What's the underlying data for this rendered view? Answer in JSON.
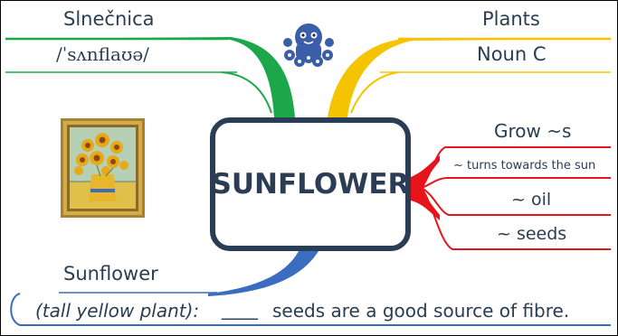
{
  "center": {
    "word": "SUNFLOWER"
  },
  "top_left": {
    "translation": "Slnečnica",
    "pronunciation": "/ˈsʌnflaʊə/"
  },
  "top_right": {
    "category": "Plants",
    "grammar": "Noun C"
  },
  "right": {
    "verb": "Grow ~s",
    "items": [
      "~ turns towards the sun",
      "~ oil",
      "~ seeds"
    ]
  },
  "bottom": {
    "word": "Sunflower",
    "definition": "(tall yellow plant):",
    "blank": "____",
    "sentence": "seeds are a good source of fibre."
  },
  "logo": {
    "icon": "octopus-icon",
    "color": "#3a5fa8"
  },
  "painting": {
    "icon": "sunflowers-painting"
  },
  "colors": {
    "green": "#1ca84a",
    "yellow": "#f5c400",
    "red": "#e8141c",
    "blue": "#3a6cbf",
    "dark": "#2b3d54"
  }
}
